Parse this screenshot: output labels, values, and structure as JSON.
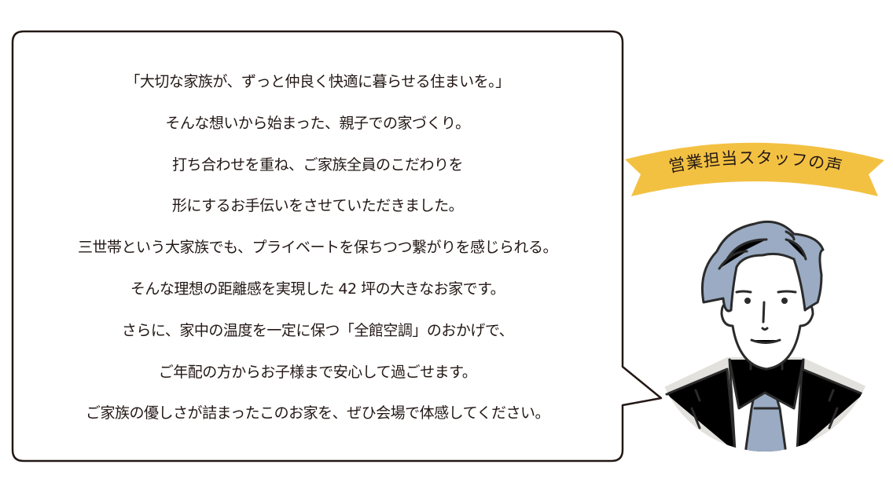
{
  "message": {
    "lines": [
      "「大切な家族が、ずっと仲良く快適に暮らせる住まいを。」",
      "そんな想いから始まった、親子での家づくり。",
      "打ち合わせを重ね、ご家族全員のこだわりを",
      "形にするお手伝いをさせていただきました。",
      "三世帯という大家族でも、プライベートを保ちつつ繋がりを感じられる。",
      "そんな理想の距離感を実現した 42 坪の大きなお家です。",
      "さらに、家中の温度を一定に保つ「全館空調」のおかげで、",
      "ご年配の方からお子様まで安心して過ごせます。",
      "ご家族の優しさが詰まったこのお家を、ぜひ会場で体感してください。"
    ]
  },
  "banner": {
    "label": "営業担当スタッフの声",
    "color": "#f3c142"
  },
  "colors": {
    "hair": "#9aabc3",
    "jacket": "#e3e1dd",
    "tie": "#9aabc3",
    "line": "#2b2b2b"
  }
}
